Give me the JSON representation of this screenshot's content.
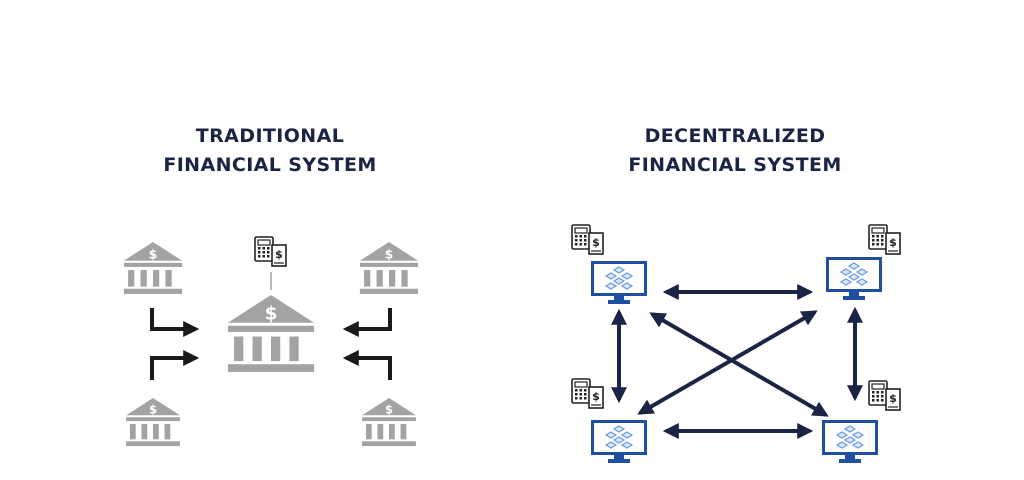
{
  "traditional": {
    "title_line1": "TRADITIONAL",
    "title_line2": "FINANCIAL SYSTEM"
  },
  "decentralized": {
    "title_line1": "DECENTRALIZED",
    "title_line2": "FINANCIAL SYSTEM"
  },
  "colors": {
    "title": "#1c2446",
    "bank_gray": "#a3a3a3",
    "arrow_dark": "#1c2446",
    "arrow_black": "#1a1a1a",
    "monitor_blue": "#1f4fa0",
    "cube_blue": "#6b9be0"
  },
  "icons": {
    "bank": "bank-icon",
    "calculator_document": "calculator-document-icon",
    "computer_blockchain": "computer-blockchain-icon"
  }
}
